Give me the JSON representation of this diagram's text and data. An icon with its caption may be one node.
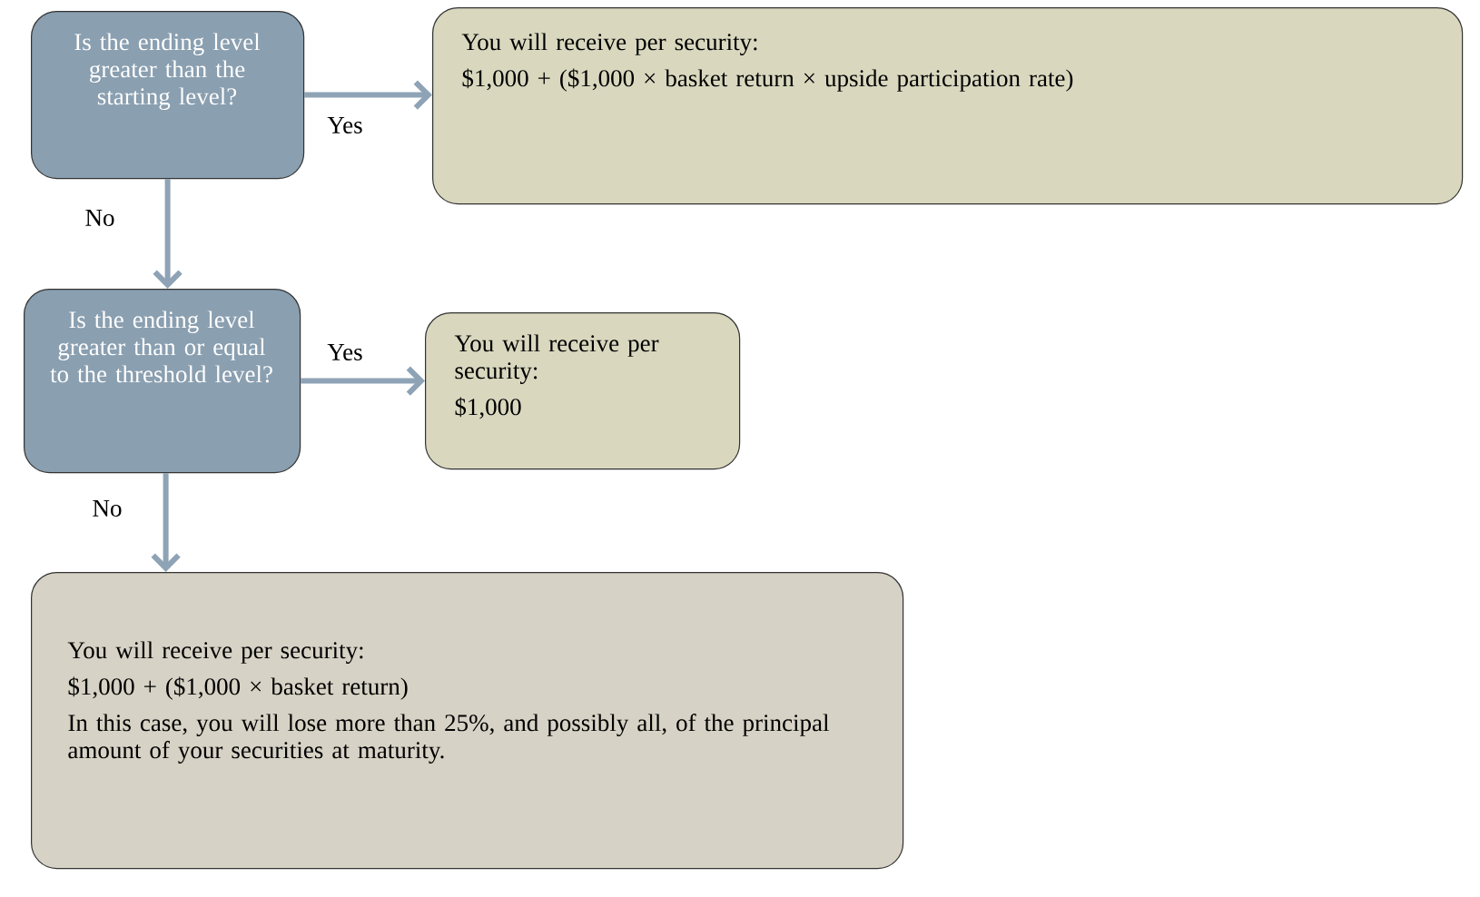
{
  "diagram": {
    "nodes": [
      {
        "text": [
          "Is the ending level greater than the starting level?"
        ]
      },
      {
        "text": [
          "You will receive per security:",
          "$1,000 + ($1,000 × basket return × upside participation rate)"
        ]
      },
      {
        "text": [
          "Is the ending level greater than or equal to the threshold level?"
        ]
      },
      {
        "text": [
          "You will receive per security:",
          "$1,000"
        ]
      },
      {
        "text": [
          "You will receive per security:",
          "$1,000 + ($1,000 × basket return)",
          "In this case, you will lose more than 25%, and possibly all, of the principal amount of your securities at maturity."
        ]
      }
    ],
    "edges": [
      {
        "from": 0,
        "to": 1,
        "arrow": "to",
        "label": "Yes"
      },
      {
        "from": 0,
        "to": 2,
        "arrow": "to",
        "label": "No"
      },
      {
        "from": 2,
        "to": 3,
        "arrow": "to",
        "label": "Yes"
      },
      {
        "from": 2,
        "to": 4,
        "arrow": "to",
        "label": "No"
      }
    ]
  }
}
